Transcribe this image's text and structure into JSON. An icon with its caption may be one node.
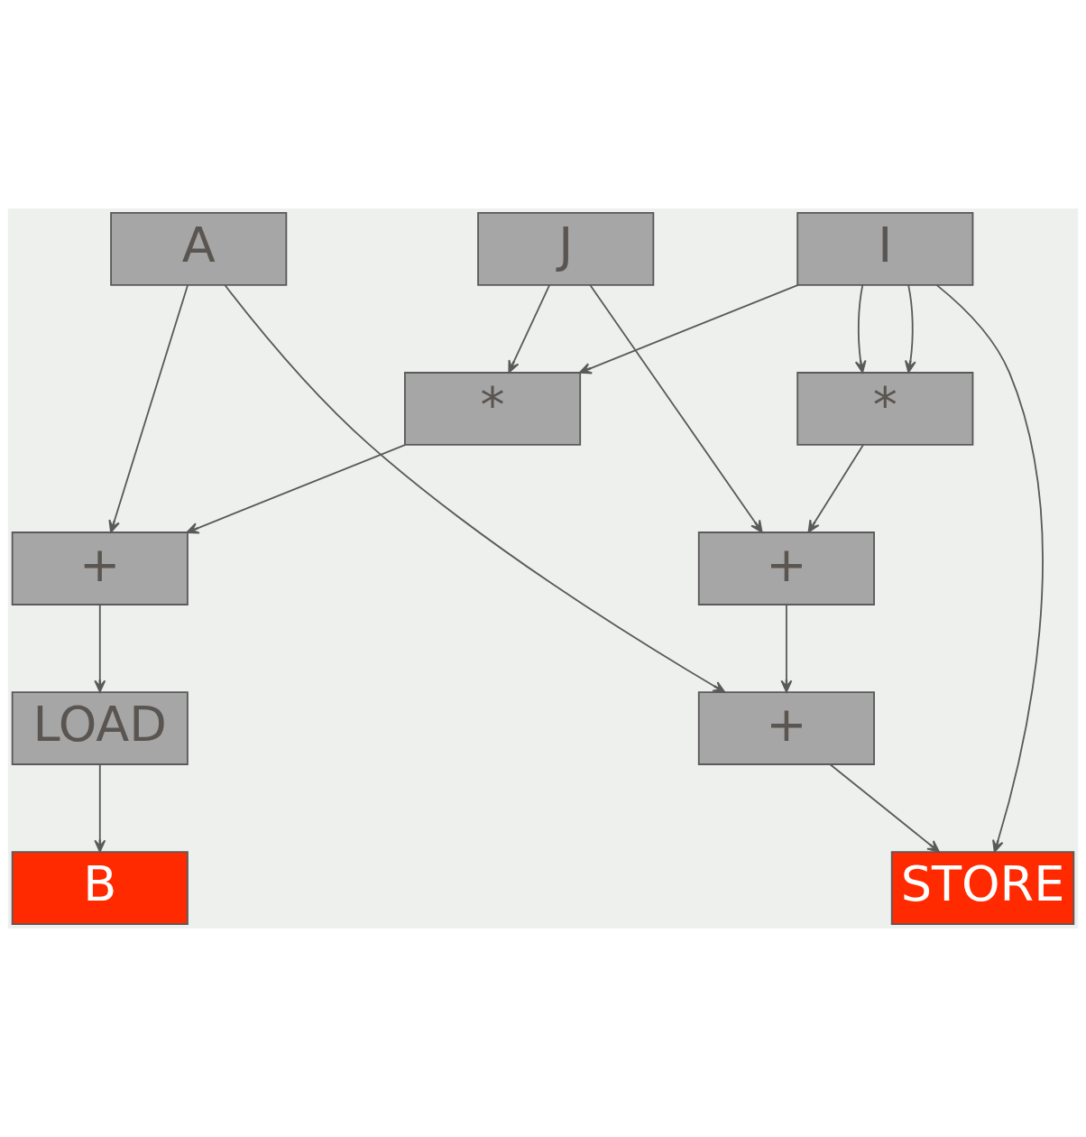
{
  "diagram": {
    "nodes": [
      {
        "text": [
          "A"
        ]
      },
      {
        "text": [
          "J"
        ]
      },
      {
        "text": [
          "I"
        ]
      },
      {
        "text": [
          "*"
        ]
      },
      {
        "text": [
          "*"
        ]
      },
      {
        "text": [
          "+"
        ]
      },
      {
        "text": [
          "+"
        ]
      },
      {
        "text": [
          "LOAD"
        ]
      },
      {
        "text": [
          "+"
        ]
      },
      {
        "text": [
          "B"
        ]
      },
      {
        "text": [
          "STORE"
        ]
      }
    ],
    "edges": [
      {
        "from": 0,
        "to": 5,
        "arrow": "to"
      },
      {
        "from": 0,
        "to": 8,
        "arrow": "to"
      },
      {
        "from": 1,
        "to": 3,
        "arrow": "to"
      },
      {
        "from": 1,
        "to": 6,
        "arrow": "to"
      },
      {
        "from": 2,
        "to": 3,
        "arrow": "to"
      },
      {
        "from": 2,
        "to": 4,
        "arrow": "to"
      },
      {
        "from": 2,
        "to": 4,
        "arrow": "to"
      },
      {
        "from": 2,
        "to": 10,
        "arrow": "to"
      },
      {
        "from": 3,
        "to": 5,
        "arrow": "to"
      },
      {
        "from": 4,
        "to": 6,
        "arrow": "to"
      },
      {
        "from": 5,
        "to": 7,
        "arrow": "to"
      },
      {
        "from": 6,
        "to": 8,
        "arrow": "to"
      },
      {
        "from": 7,
        "to": 9,
        "arrow": "to"
      },
      {
        "from": 8,
        "to": 10,
        "arrow": "to"
      }
    ]
  }
}
